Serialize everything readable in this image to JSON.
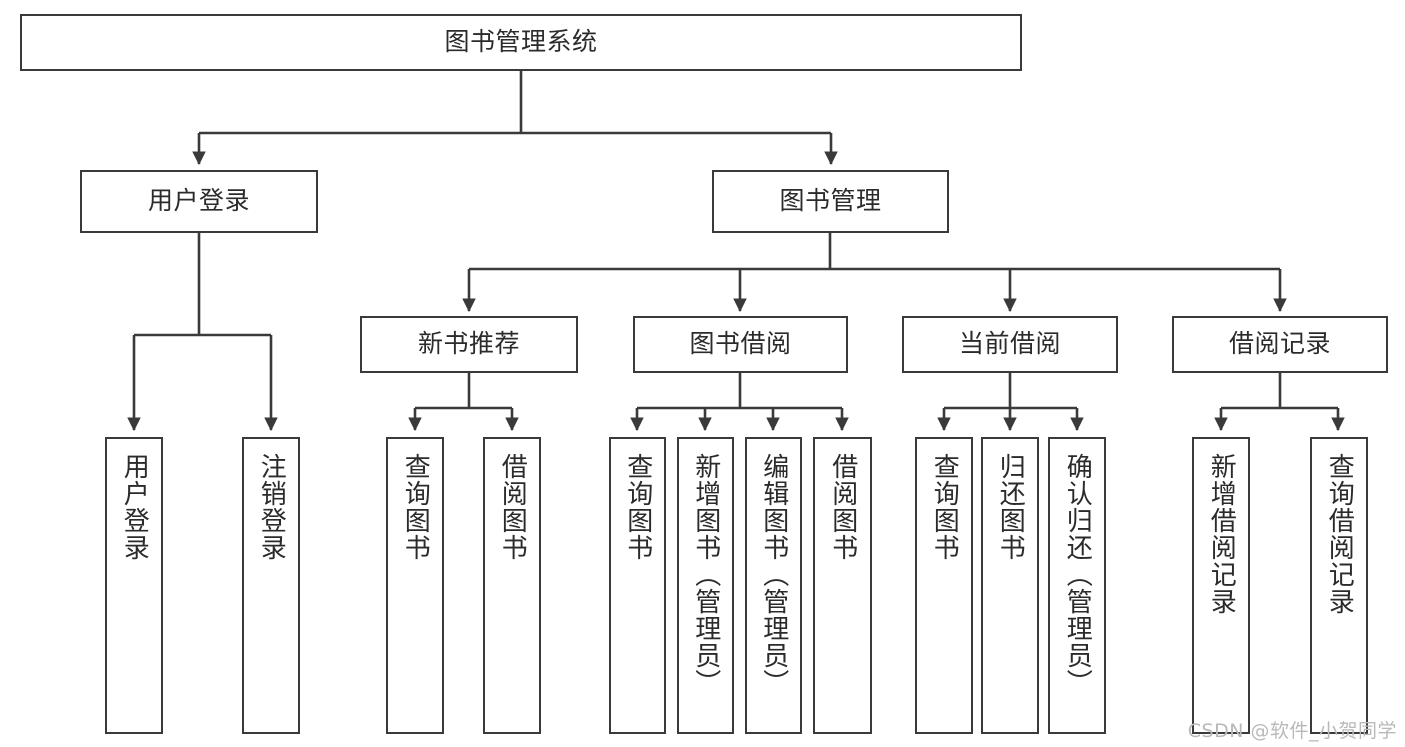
{
  "diagram": {
    "title": "图书管理系统",
    "watermark": "CSDN @软件_小贺同学",
    "colors": {
      "stroke": "#3a3a3a",
      "fill": "#ffffff",
      "text": "#2b2b2b",
      "watermark": "#b9b9b9"
    },
    "root": {
      "label": "图书管理系统"
    },
    "level1": [
      {
        "label": "用户登录"
      },
      {
        "label": "图书管理"
      }
    ],
    "level2": [
      {
        "label": "新书推荐"
      },
      {
        "label": "图书借阅"
      },
      {
        "label": "当前借阅"
      },
      {
        "label": "借阅记录"
      }
    ],
    "leaves": {
      "user_login": [
        {
          "label": "用户登录"
        },
        {
          "label": "注销登录"
        }
      ],
      "new_book_recommend": [
        {
          "label": "查询图书"
        },
        {
          "label": "借阅图书"
        }
      ],
      "book_borrow": [
        {
          "label": "查询图书"
        },
        {
          "label": "新增图书（管理员）"
        },
        {
          "label": "编辑图书（管理员）"
        },
        {
          "label": "借阅图书"
        }
      ],
      "current_borrow": [
        {
          "label": "查询图书"
        },
        {
          "label": "归还图书"
        },
        {
          "label": "确认归还（管理员）"
        }
      ],
      "borrow_record": [
        {
          "label": "新增借阅记录"
        },
        {
          "label": "查询借阅记录"
        }
      ]
    }
  }
}
